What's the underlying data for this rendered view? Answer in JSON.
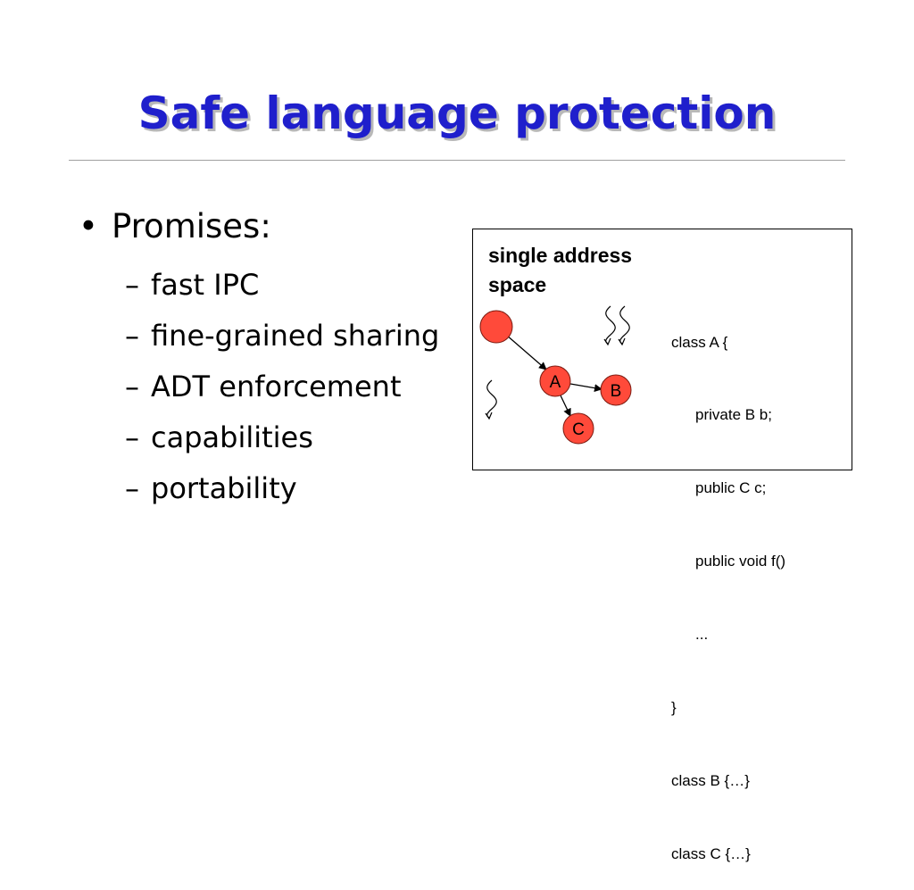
{
  "slide": {
    "title": "Safe language protection",
    "title_color": "#1f1fcc",
    "bullet": {
      "label": "Promises:"
    },
    "sub_bullets": [
      "fast IPC",
      "fine-grained sharing",
      "ADT enforcement",
      "capabilities",
      "portability"
    ]
  },
  "diagram": {
    "heading_line1": "single address",
    "heading_line2": "space",
    "node_color": "#ff4a3a",
    "nodes": [
      {
        "id": "root",
        "label": ""
      },
      {
        "id": "A",
        "label": "A"
      },
      {
        "id": "B",
        "label": "B"
      },
      {
        "id": "C",
        "label": "C"
      }
    ],
    "edges": [
      {
        "from": "root",
        "to": "A"
      },
      {
        "from": "A",
        "to": "B"
      },
      {
        "from": "A",
        "to": "C"
      }
    ],
    "code_lines": [
      "class A {",
      "private B b;",
      "public C c;",
      "public void f()",
      "...",
      "}",
      "class B {…}",
      "class C {…}"
    ]
  }
}
